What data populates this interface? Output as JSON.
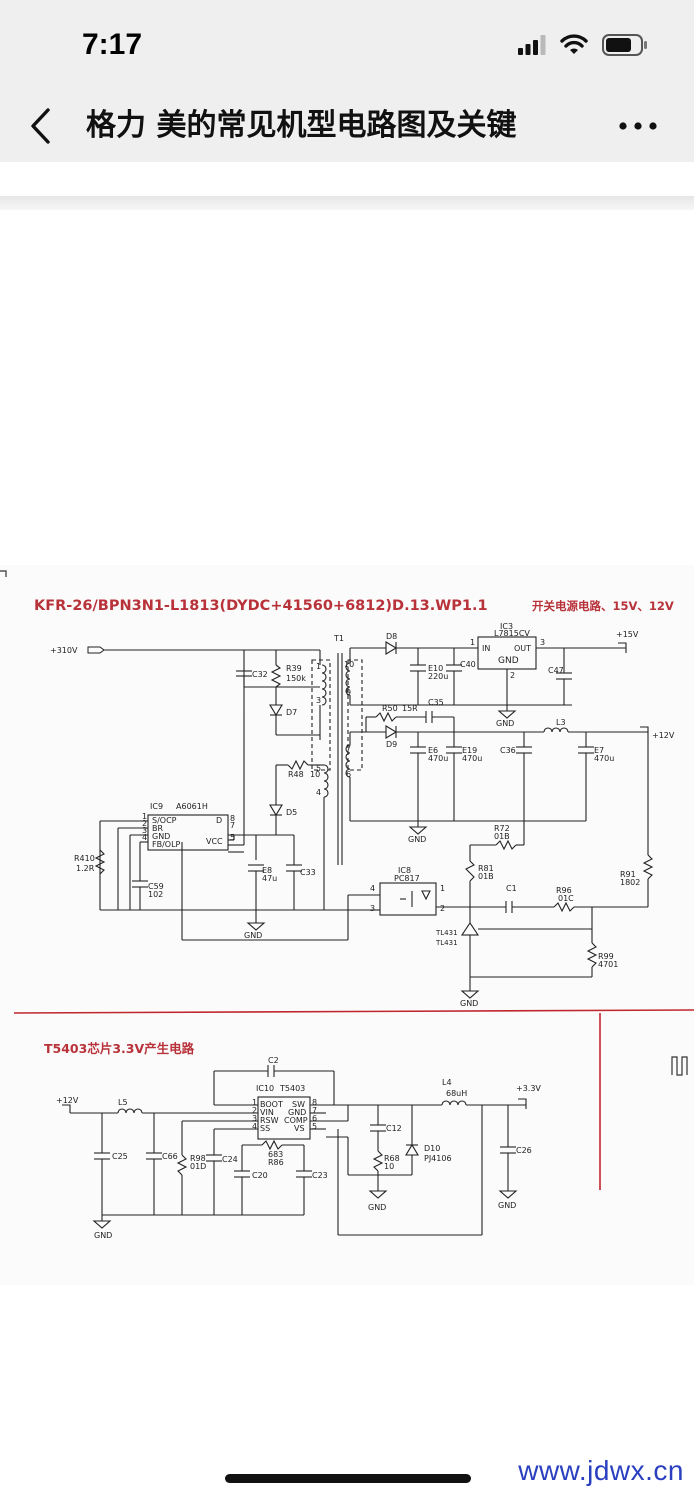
{
  "status_bar": {
    "time": "7:17"
  },
  "nav": {
    "title": "格力 美的常见机型电路图及关键",
    "back_icon": "chevron-left-icon",
    "more_icon": "more-horizontal-icon"
  },
  "schematic": {
    "title": "KFR-26/BPN3N1-L1813(DYDC+41560+6812)D.13.WP1.1",
    "title_note": "开关电源电路、15V、12V",
    "section2_title": "T5403芯片3.3V产生电路",
    "colors": {
      "title": "#b8323a",
      "wire": "#222222",
      "divider": "#c0262e"
    },
    "labels": {
      "v310": "+310V",
      "v15": "+15V",
      "v12": "+12V",
      "v12b": "+12V",
      "v33": "+3.3V",
      "t1": "T1",
      "d8": "D8",
      "ic3": "IC3",
      "ic3_part": "L7815CV",
      "in": "IN",
      "out": "OUT",
      "gnd_pin": "GND",
      "p1": "1",
      "p3": "3",
      "p2": "2",
      "e10": "E10",
      "e10v": "220u",
      "c40": "C40",
      "c47": "C47",
      "c32": "C32",
      "r39": "R39",
      "r39v": "150k",
      "d7": "D7",
      "r50": "R50",
      "r50v": "15R",
      "c35": "C35",
      "d9": "D9",
      "l3": "L3",
      "r48": "R48",
      "r48v": "10",
      "d5": "D5",
      "e6": "E6",
      "e6v": "470u",
      "e19": "E19",
      "e19v": "470u",
      "c36": "C36",
      "e7": "E7",
      "e7v": "470u",
      "ic9": "IC9",
      "ic9_part": "A6061H",
      "socp": "S/OCP",
      "br": "BR",
      "gnd": "GND",
      "fbolp": "FB/OLP",
      "d": "D",
      "vcc": "VCC",
      "n1": "1",
      "n2": "2",
      "n3": "3",
      "n4": "4",
      "n5": "5",
      "n7": "7",
      "n8": "8",
      "r410": "R410",
      "r410v": "1.2R",
      "c59": "C59",
      "c59v": "102",
      "e8": "E8",
      "e8v": "47u",
      "c33": "C33",
      "r72": "R72",
      "r72v": "01B",
      "r81": "R81",
      "r81v": "01B",
      "ic8": "IC8",
      "ic8_part": "PC817",
      "c1": "C1",
      "r96": "R96",
      "r96v": "01C",
      "r91": "R91",
      "r91v": "1802",
      "r99": "R99",
      "r99v": "4701",
      "tl431a": "TL431",
      "tl431b": "TL431",
      "gnd1": "GND",
      "gnd2": "GND",
      "gnd3": "GND",
      "gnd4": "GND",
      "gnd5": "GND",
      "gnd6": "GND",
      "gnd7": "GND",
      "t1p10": "10",
      "t1p9": "9",
      "t1p7": "7",
      "t1p6": "6",
      "t1p5": "5",
      "t1p4": "4",
      "t1p1": "1",
      "t1p3": "3",
      "c2": "C2",
      "ic10": "IC10",
      "ic10_part": "T5403",
      "boot": "BOOT",
      "vin": "VIN",
      "rsw": "RSW",
      "ss": "SS",
      "sw": "SW",
      "gnd10": "GND",
      "comp": "COMP",
      "vs": "VS",
      "q1": "1",
      "q2": "2",
      "q3": "3",
      "q4": "4",
      "q5": "5",
      "q6": "6",
      "q7": "7",
      "q8": "8",
      "l5": "L5",
      "l4": "L4",
      "l4v": "68uH",
      "c25": "C25",
      "c66": "C66",
      "r98": "R98",
      "r98v": "01D",
      "c24": "C24",
      "r86v": "683",
      "r86": "R86",
      "c20": "C20",
      "c23": "C23",
      "c12": "C12",
      "r68": "R68",
      "r68v": "10",
      "d10": "D10",
      "d10v": "PJ4106",
      "c26": "C26",
      "pc817_4": "4",
      "pc817_3": "3",
      "pc817_1": "1",
      "pc817_2": "2"
    }
  },
  "watermark": "www.jdwx.cn"
}
